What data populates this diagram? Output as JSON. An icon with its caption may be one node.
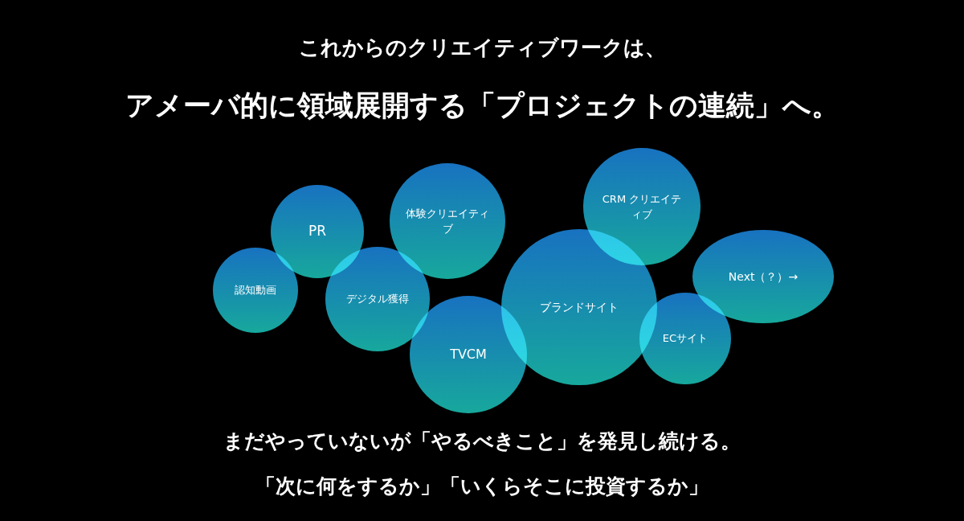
{
  "diagram": {
    "nodes": [
      {
        "text": [
          "認知動画"
        ]
      },
      {
        "text": [
          "PR"
        ]
      },
      {
        "text": [
          "デジタル獲得"
        ]
      },
      {
        "text": [
          "体験クリエイティブ"
        ]
      },
      {
        "text": [
          "TVCM"
        ]
      },
      {
        "text": [
          "ブランドサイト"
        ]
      },
      {
        "text": [
          "CRM クリエイティブ"
        ]
      },
      {
        "text": [
          "ECサイト"
        ]
      },
      {
        "text": [
          "Next（？）→"
        ]
      }
    ],
    "labels": [
      "これからのクリエイティブワークは、",
      "アメーバ的に領域展開する「プロジェクトの連続」へ。",
      "まだやっていないが「やるべきこと」を発見し続ける。",
      "「次に何をするか」「いくらそこに投資するか」"
    ]
  }
}
